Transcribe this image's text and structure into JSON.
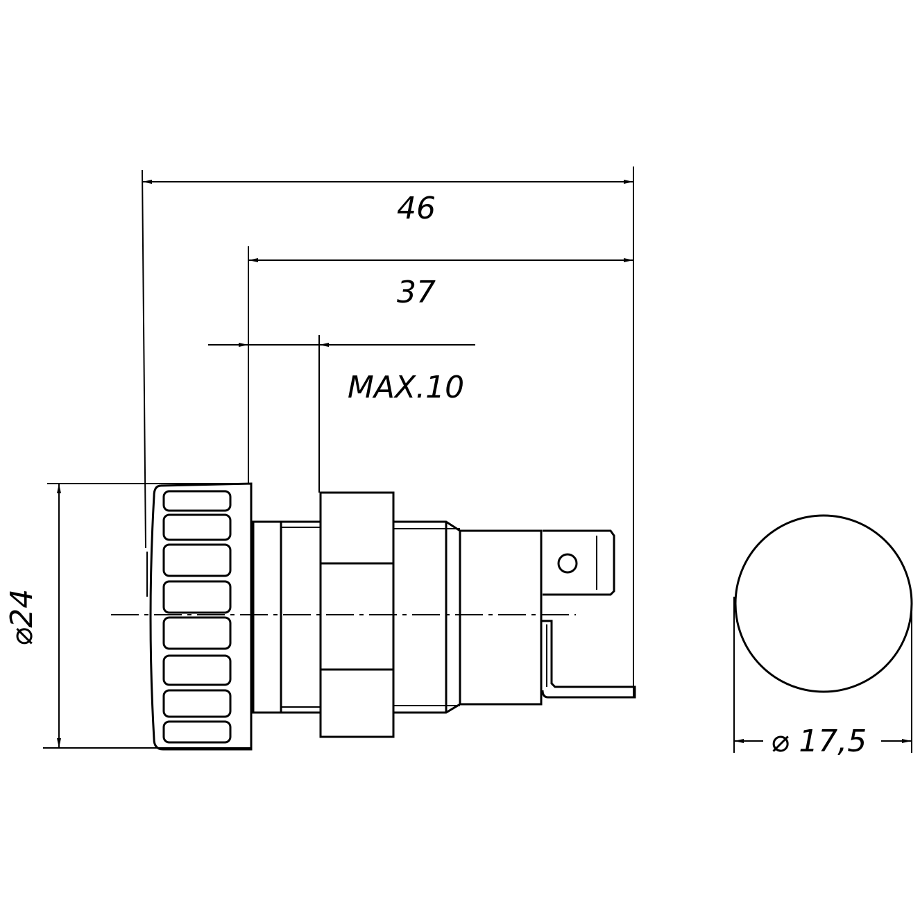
{
  "dimensions": {
    "overall_length": "46",
    "body_length": "37",
    "panel_thickness": "MAX.10",
    "knob_diameter": "⌀24",
    "front_diameter": "⌀ 17,5"
  },
  "colors": {
    "line": "#000000",
    "background": "#ffffff"
  }
}
